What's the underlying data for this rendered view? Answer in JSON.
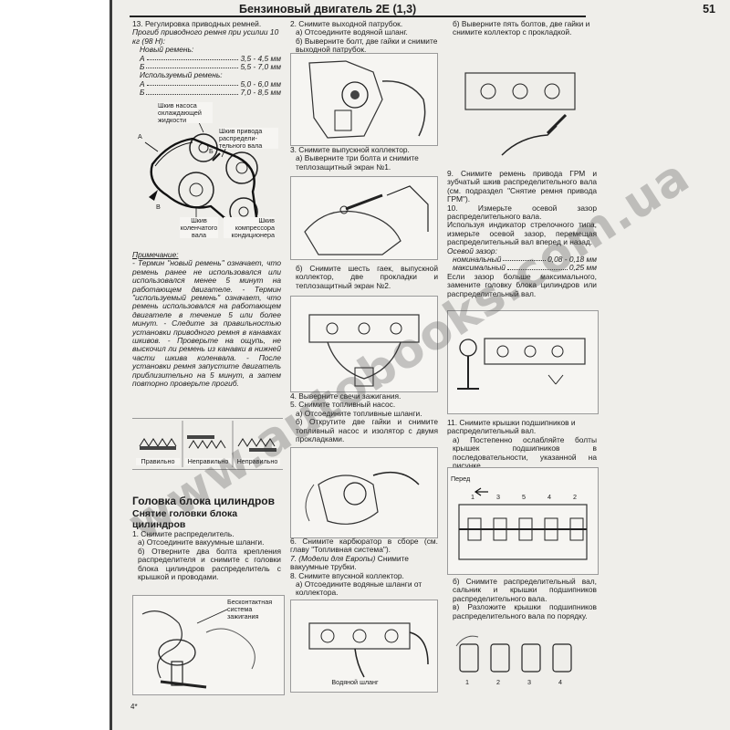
{
  "header": {
    "title": "Бензиновый двигатель 2E (1,3)",
    "page_number": "51"
  },
  "col1": {
    "step13": "13. Регулировка приводных ремней.",
    "deflection_note": "Прогиб приводного ремня при усилии 10 кг (98 Н):",
    "new_belt": "Новый ремень:",
    "new_rows": [
      {
        "label": "А",
        "value": "3,5 - 4,5 мм"
      },
      {
        "label": "Б",
        "value": "5,5 - 7,0 мм"
      }
    ],
    "used_belt": "Используемый ремень:",
    "used_rows": [
      {
        "label": "А",
        "value": "5,0 - 6,0 мм"
      },
      {
        "label": "Б",
        "value": "7,0 - 8,5 мм"
      }
    ],
    "fig1": {
      "pump": "Шкив насоса охлаждающей жидкости",
      "cam": "Шкив привода распредели-тельного вала",
      "crank": "Шкив коленчатого вала",
      "ac": "Шкив компрессора кондиционера",
      "a": "А",
      "b": "Б",
      "v": "В"
    },
    "note_title": "Примечание:",
    "note": "- Термин \"новый ремень\" означает, что ремень ранее не использовался или использовался менее 5 минут на работающем двигателе. - Термин \"используемый ремень\" означает, что ремень использовался на работающем двигателе в течение 5 или более минут. - Следите за правильностью установки приводного ремня в канавках шкивов. - Проверьте на ощупь, не выскочил ли ремень из канавки в нижней части шкива коленвала. - После установки ремня запустите двигатель приблизительно на 5 минут, а затем повторно проверьте прогиб.",
    "fig2_labels": [
      "Правильно",
      "Неправильно",
      "Неправильно"
    ],
    "section_title": "Головка блока цилиндров",
    "subsection_title": "Снятие головки блока цилиндров",
    "step1": "1. Снимите распределитель.",
    "step1a": "а) Отсоедините вакуумные шланги.",
    "step1b": "б) Отверните два болта крепления распределителя и снимите с головки блока цилиндров распределитель с крышкой и проводами.",
    "fig3_label": "Бесконтактная система зажигания"
  },
  "col2": {
    "step2": "2. Снимите выходной патрубок.",
    "step2a": "а) Отсоедините водяной шланг.",
    "step2b": "б) Выверните болт, две гайки и снимите выходной патрубок.",
    "step3": "3. Снимите выпускной коллектор.",
    "step3a": "а) Выверните три болта и снимите теплозащитный экран №1.",
    "step3b": "б) Снимите шесть гаек, выпускной коллектор, две прокладки и теплозащитный экран №2.",
    "step4": "4. Выверните свечи зажигания.",
    "step5": "5. Снимите топливный насос.",
    "step5a": "а) Отсоедините топливные шланги.",
    "step5b": "б) Открутите две гайки и снимите топливный насос и изолятор с двумя прокладками.",
    "step6": "6. Снимите карбюратор в сборе (см. главу \"Топливная система\").",
    "step7_italic": "7. (Модели для Европы)",
    "step7_rest": " Снимите вакуумные трубки.",
    "step8": "8. Снимите впускной коллектор.",
    "step8a": "а) Отсоедините водяные шланги от коллектора.",
    "fig_hose_label": "Водяной шланг"
  },
  "col3": {
    "step_b5": "б) Выверните пять болтов, две гайки и снимите коллектор с прокладкой.",
    "step9": "9. Снимите ремень привода ГРМ и зубчатый шкив распределительного вала (см. подраздел \"Снятие ремня привода ГРМ\").",
    "step10": "10. Измерьте осевой зазор распределительного вала.",
    "step10_text": "Используя индикатор стрелочного типа, измерьте осевой зазор, перемещая распределительный вал вперед и назад.",
    "axial_title": "Осевой зазор:",
    "axial_rows": [
      {
        "label": "номинальный",
        "value": "0,08 - 0,18 мм"
      },
      {
        "label": "максимальный",
        "value": "0,25 мм"
      }
    ],
    "step10_end": "Если зазор больше максимального, замените головку блока цилиндров или распределительный вал.",
    "step11": "11. Снимите крышки подшипников и распределительный вал.",
    "step11a": "а) Постепенно ослабляйте болты крышек подшипников в последовательности, указанной на рисунке.",
    "front_label": "Перед",
    "seq_nums": [
      "1",
      "3",
      "5",
      "4",
      "2"
    ],
    "step11b": "б) Снимите распределительный вал, сальник и крышки подшипников распределительного вала.",
    "step11v": "в) Разложите крышки подшипников распределительного вала по порядку.",
    "cap_nums": [
      "1",
      "2",
      "3",
      "4"
    ]
  },
  "watermark": "www.autobooks.com.ua",
  "footer_mark": "4*"
}
